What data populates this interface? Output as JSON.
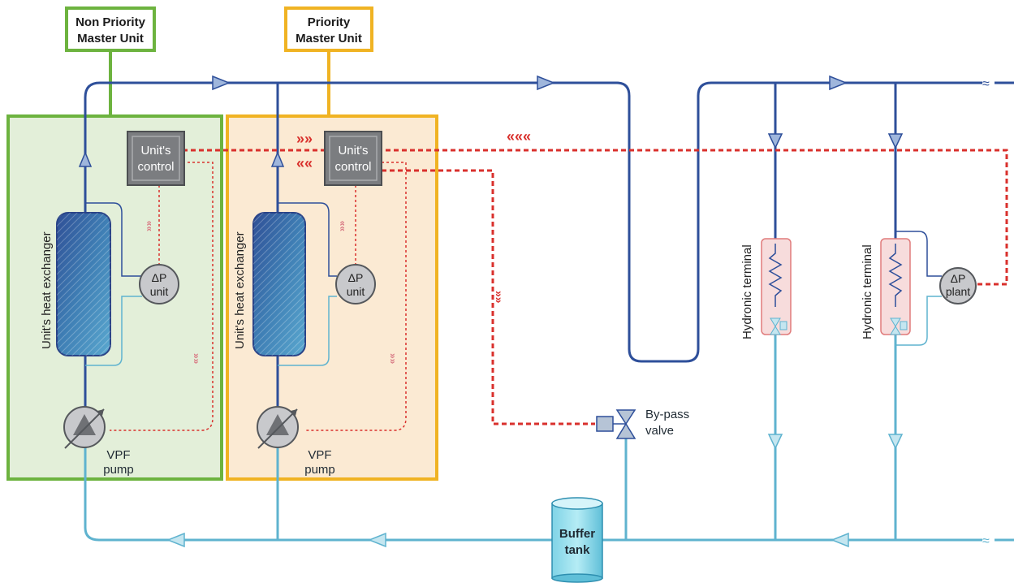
{
  "units": {
    "non_priority": {
      "title_line1": "Non Priority",
      "title_line2": "Master Unit",
      "color": "#6db33f"
    },
    "priority": {
      "title_line1": "Priority",
      "title_line2": "Master Unit",
      "color": "#f0b323"
    }
  },
  "labels": {
    "heat_exchanger": "Unit's heat exchanger",
    "control_line1": "Unit's",
    "control_line2": "control",
    "dp_symbol": "ΔP",
    "dp_unit": "unit",
    "dp_plant": "plant",
    "vpf_line1": "VPF",
    "vpf_line2": "pump",
    "bypass_line1": "By-pass",
    "bypass_line2": "valve",
    "buffer_line1": "Buffer",
    "buffer_line2": "tank",
    "hydronic_terminal": "Hydronic terminal"
  },
  "colors": {
    "supply_pipe": "#2e4f9a",
    "return_pipe": "#5fb3cf",
    "control_signal": "#d9302c",
    "terminal_fill": "#f7dcdc",
    "terminal_border": "#e07b7b"
  }
}
